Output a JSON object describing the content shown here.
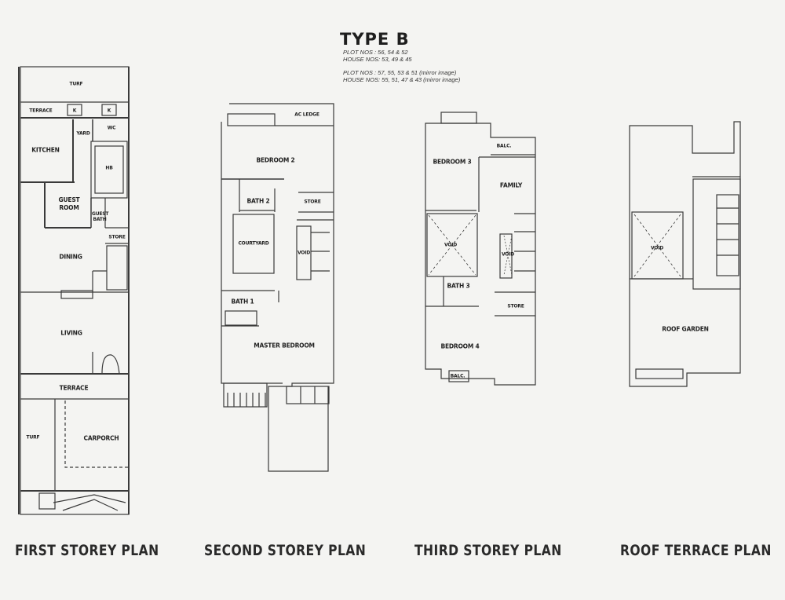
{
  "header": {
    "title": "TYPE B",
    "lines": [
      "PLOT NOS   :  56, 54 & 52",
      "HOUSE NOS:  53, 49 & 45",
      "PLOT NOS   : 57, 55, 53 & 51 (mirror image)",
      "HOUSE NOS: 55, 51, 47 & 43 (mirror image)"
    ]
  },
  "plans": [
    {
      "title": "FIRST STOREY PLAN",
      "rooms": [
        "TURF",
        "TERRACE",
        "K",
        "K",
        "WC",
        "YARD",
        "KITCHEN",
        "HB",
        "GUEST ROOM",
        "GUEST BATH",
        "STORE",
        "DINING",
        "LIVING",
        "TERRACE",
        "TURF",
        "CARPORCH"
      ]
    },
    {
      "title": "SECOND STOREY PLAN",
      "rooms": [
        "AC LEDGE",
        "BEDROOM 2",
        "BATH 2",
        "STORE",
        "COURTYARD",
        "VOID",
        "BATH 1",
        "MASTER BEDROOM"
      ]
    },
    {
      "title": "THIRD STOREY PLAN",
      "rooms": [
        "BALC.",
        "BEDROOM 3",
        "FAMILY",
        "VOID",
        "VOID",
        "BATH 3",
        "STORE",
        "BEDROOM 4",
        "BALC."
      ]
    },
    {
      "title": "ROOF TERRACE PLAN",
      "rooms": [
        "VOID",
        "ROOF GARDEN"
      ]
    }
  ],
  "colors": {
    "background": "#f4f4f2",
    "lines": "#3a3a3a",
    "text": "#222222"
  }
}
